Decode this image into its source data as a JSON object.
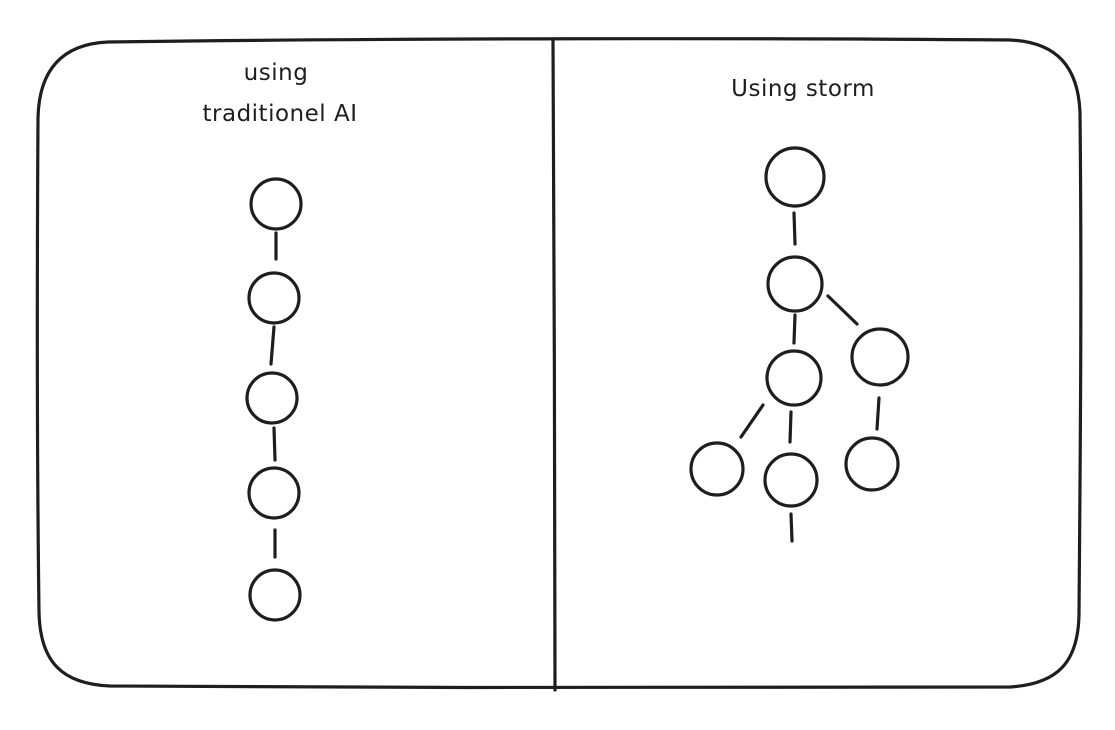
{
  "left_panel": {
    "title_line1": "using",
    "title_line2": "traditionel AI"
  },
  "right_panel": {
    "title": "Using storm"
  },
  "colors": {
    "ink": "#1e1e1e",
    "background": "#ffffff"
  }
}
